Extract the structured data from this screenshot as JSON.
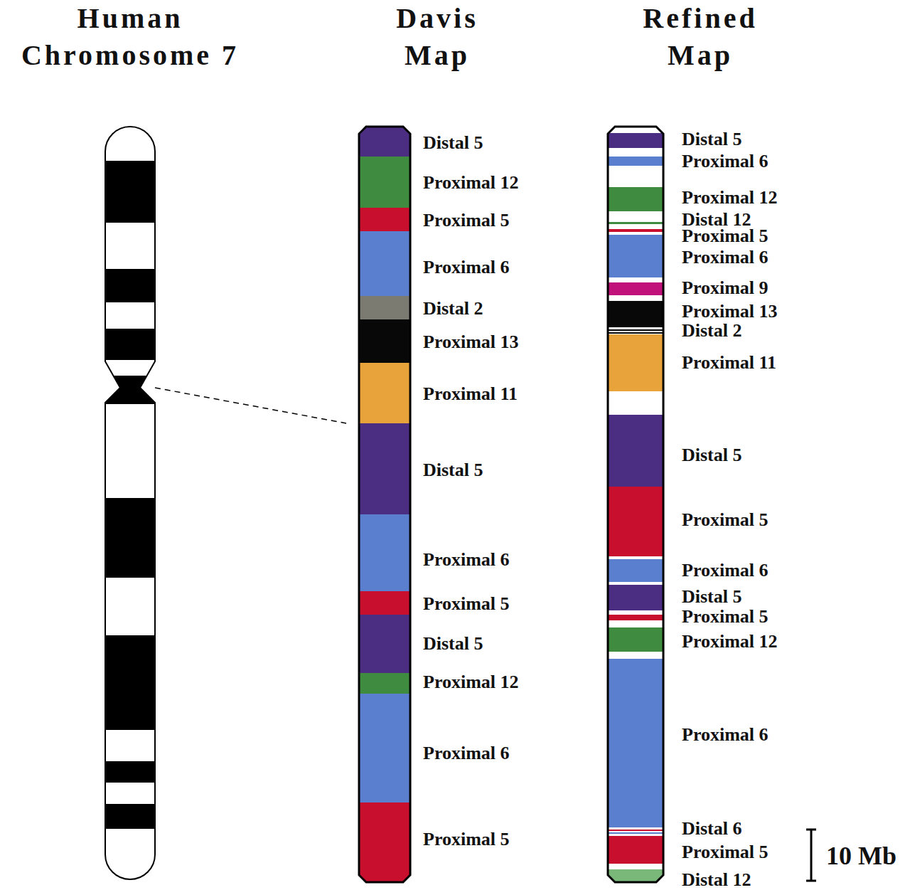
{
  "diagram": {
    "labels": [
      "Human Chromosome 7",
      "Davis Map",
      "Refined Map",
      "Distal 5",
      "Proximal 12",
      "Proximal 5",
      "Proximal 6",
      "Distal 2",
      "Proximal 13",
      "Proximal 11",
      "Distal 5",
      "Proximal 6",
      "Proximal 5",
      "Distal 5",
      "Proximal 12",
      "Proximal 6",
      "Proximal 5",
      "Distal 5",
      "Proximal 6",
      "Proximal 12",
      "Distal 12",
      "Proximal 5",
      "Proximal 6",
      "Proximal 9",
      "Proximal 13",
      "Distal 2",
      "Proximal 11",
      "Distal 5",
      "Proximal 5",
      "Proximal 6",
      "Distal 5",
      "Proximal 5",
      "Proximal 12",
      "Proximal 6",
      "Distal 6",
      "Proximal 5",
      "Distal 12",
      "10 Mb"
    ]
  }
}
